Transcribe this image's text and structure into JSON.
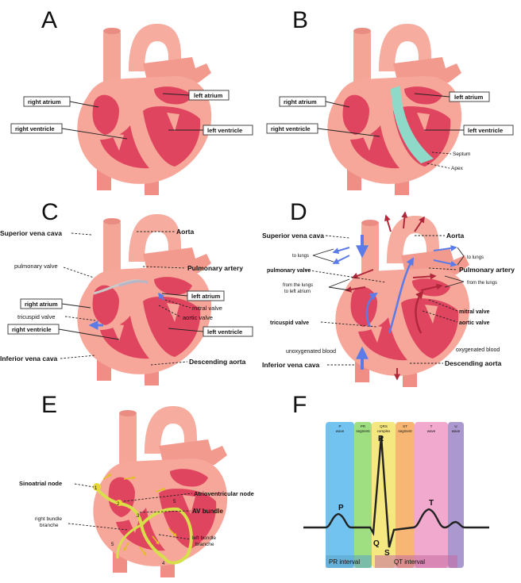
{
  "panels": {
    "A": {
      "letter": "A",
      "labels": {
        "right_atrium": "right atrium",
        "left_atrium": "left atrium",
        "right_ventricle": "right ventricle",
        "left_ventricle": "left ventricle"
      }
    },
    "B": {
      "letter": "B",
      "labels": {
        "right_atrium": "right atrium",
        "left_atrium": "left atrium",
        "right_ventricle": "right ventricle",
        "left_ventricle": "left ventricle",
        "septum": "Septum",
        "apex": "Apex"
      }
    },
    "C": {
      "letter": "C",
      "labels": {
        "superior_vena_cava": "Superior vena cava",
        "aorta": "Aorta",
        "pulmonary_valve": "pulmonary valve",
        "pulmonary_artery": "Pulmonary artery",
        "left_atrium": "left atrium",
        "right_atrium": "right atrium",
        "mitral_valve": "mitral valve",
        "tricuspid_valve": "tricuspid valve",
        "aortic_valve": "aortic valve",
        "right_ventricle": "right ventricle",
        "left_ventricle": "left ventricle",
        "inferior_vena_cava": "Inferior vena cava",
        "descending_aorta": "Descending aorta"
      }
    },
    "D": {
      "letter": "D",
      "labels": {
        "superior_vena_cava": "Superior vena cava",
        "aorta": "Aorta",
        "to_lungs_left": "to lungs",
        "to_lungs_right": "to lungs",
        "pulmonary_valve": "pulmonary valve",
        "pulmonary_artery": "Pulmonary artery",
        "from_lungs_right": "from the lungs",
        "from_lungs_left_1": "from the lungs",
        "from_lungs_left_2": "to left atrium",
        "mitral_valve": "mitral valve",
        "aortic_valve": "aortic valve",
        "tricuspid_valve": "tricuspid valve",
        "unoxygenated_blood": "unoxygenated blood",
        "oxygenated_blood": "oxygenated blood",
        "inferior_vena_cava": "Inferior vena cava",
        "descending_aorta": "Descending aorta"
      }
    },
    "E": {
      "letter": "E",
      "labels": {
        "sinoatrial_node": "Sinoatrial node",
        "atrioventricular_node": "Atrioventricular node",
        "av_bundle": "AV bundle",
        "right_bundle_1": "right bundle",
        "right_bundle_2": "branche",
        "left_bundle_1": "left bundle",
        "left_bundle_2": "branche"
      },
      "numbers": [
        "1",
        "2",
        "3",
        "4",
        "5",
        "5"
      ]
    },
    "F": {
      "letter": "F",
      "bands": [
        {
          "label1": "P",
          "label2": "wave",
          "color": "#5ab9ef"
        },
        {
          "label1": "PR",
          "label2": "segment",
          "color": "#8fd86c"
        },
        {
          "label1": "QRS",
          "label2": "complex",
          "color": "#f5e46a"
        },
        {
          "label1": "ST",
          "label2": "segment",
          "color": "#f6a95c"
        },
        {
          "label1": "T",
          "label2": "wave",
          "color": "#ef9bc4"
        },
        {
          "label1": "U",
          "label2": "wave",
          "color": "#9b86c6"
        }
      ],
      "peaks": {
        "P": "P",
        "Q": "Q",
        "R": "R",
        "S": "S",
        "T": "T"
      },
      "intervals": {
        "pr": "PR interval",
        "qt": "QT interval"
      }
    }
  },
  "colors": {
    "heart_outer": "#f7a79a",
    "heart_inner": "#e0455f",
    "septum": "#8fd9c8",
    "conduction": "#d7e04a",
    "oxygenated": "#b0283a",
    "unoxygenated": "#5b7be8",
    "septum_label": "#1ec0dc",
    "pulmonary_valve_label": "#28a028",
    "tricuspid_label": "#2a2ad8",
    "mitral_label": "#4a8ee0",
    "aortic_label": "#1f6fb5"
  }
}
